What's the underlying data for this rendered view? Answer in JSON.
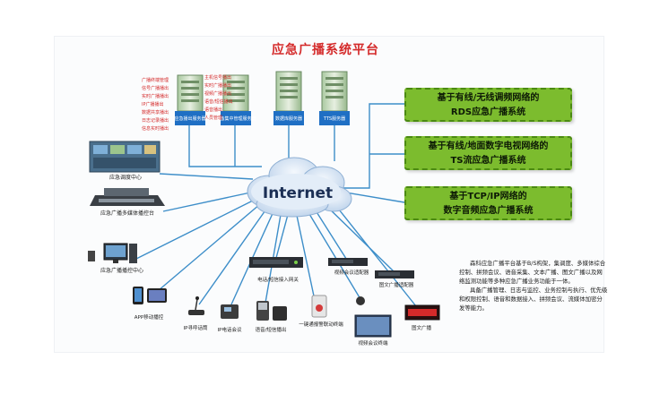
{
  "title": "应急广播系统平台",
  "internet_label": "Internet",
  "colors": {
    "title_red": "#d42a2a",
    "green_box": "#7cbc2e",
    "link_blue": "#3d8ec9",
    "server_blue": "#1f6fc4",
    "cloud": "#cfe0f3"
  },
  "right_boxes": [
    {
      "line1": "基于有线/无线调频网络的",
      "line2": "RDS应急广播系统"
    },
    {
      "line1": "基于有线/地面数字电视网络的",
      "line2": "TS流应急广播系统"
    },
    {
      "line1": "基于TCP/IP网络的",
      "line2": "数字音频应急广播系统"
    }
  ],
  "servers": [
    {
      "label": "应急播出服务器"
    },
    {
      "label": "设备集中管理服务器"
    },
    {
      "label": "数据库服务器"
    },
    {
      "label": "TTS服务器"
    }
  ],
  "server_annotations": {
    "left": [
      "广播终端管理",
      "信号广播播出",
      "实时广播播出",
      "IP广播播出",
      "数据共享播出",
      "日志记录播出",
      "信息实时播出"
    ],
    "right": [
      "主机信号播出",
      "实时广播播出",
      "视频广播播出",
      "语音/短信播出",
      "语音播出",
      "人员管理"
    ]
  },
  "left_devices": [
    {
      "label": "应急调度中心"
    },
    {
      "label": "应急广播多媒体播控台"
    },
    {
      "label": "应急广播播控中心"
    }
  ],
  "bottom_devices": [
    {
      "label": "APP移动播控"
    },
    {
      "label": "IP寻呼话筒"
    },
    {
      "label": "IP电话会议"
    },
    {
      "label": "语音/短信播出"
    },
    {
      "label": "电话/短信接入网关"
    },
    {
      "label": "一键通报警联动终端"
    },
    {
      "label": "视频会议终端"
    },
    {
      "label": "视频会议适配器"
    },
    {
      "label": "图文广播适配器"
    },
    {
      "label": "图文广播"
    }
  ],
  "description": [
    "森科应急广播平台基于B/S构架，集调度、多媒体综合控制、拼频会议、语音采集、文本广播、图文广播以及网络监测功能等多种应急广播业务功能于一体。",
    "具备广播管理、日志与监控、业务控制与执行、优先级和权限控制、语音和数据接入、拼频会议、流媒体加密分发等能力。"
  ]
}
